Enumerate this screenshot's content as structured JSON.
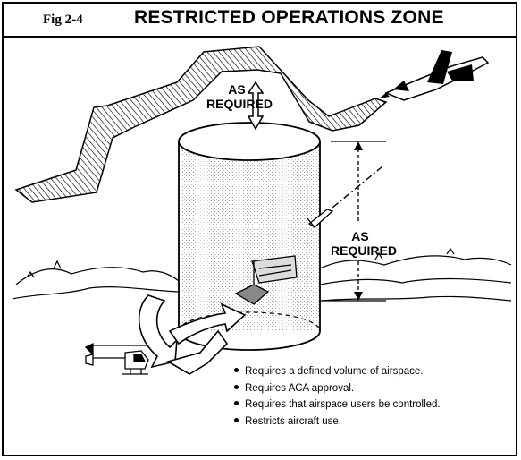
{
  "figure": {
    "number": "Fig 2-4",
    "title": "RESTRICTED OPERATIONS ZONE"
  },
  "labels": {
    "top_line1": "AS",
    "top_line2": "REQUIRED",
    "side_line1": "AS",
    "side_line2": "REQUIRED"
  },
  "bullets": [
    "Requires a defined volume of airspace.",
    "Requires ACA approval.",
    "Requires that airspace users be controlled.",
    "Restricts aircraft use."
  ]
}
